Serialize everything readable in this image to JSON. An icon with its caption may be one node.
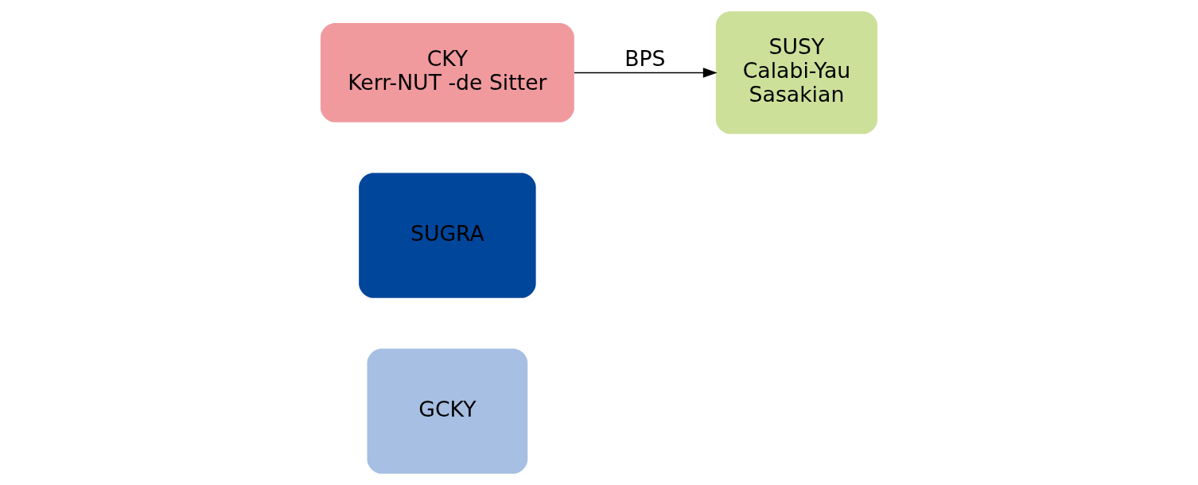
{
  "diagram": {
    "nodes": [
      {
        "text": [
          "GCKY"
        ]
      },
      {
        "text": [
          "SUGRA"
        ]
      },
      {
        "text": [
          "CKY",
          "Kerr-NUT -de Sitter"
        ]
      },
      {
        "text": [
          "SUSY",
          "Calabi-Yau",
          "Sasakian"
        ]
      }
    ],
    "edges": [
      {
        "from": 2,
        "to": 3,
        "label": "BPS",
        "arrow": "to"
      }
    ]
  }
}
